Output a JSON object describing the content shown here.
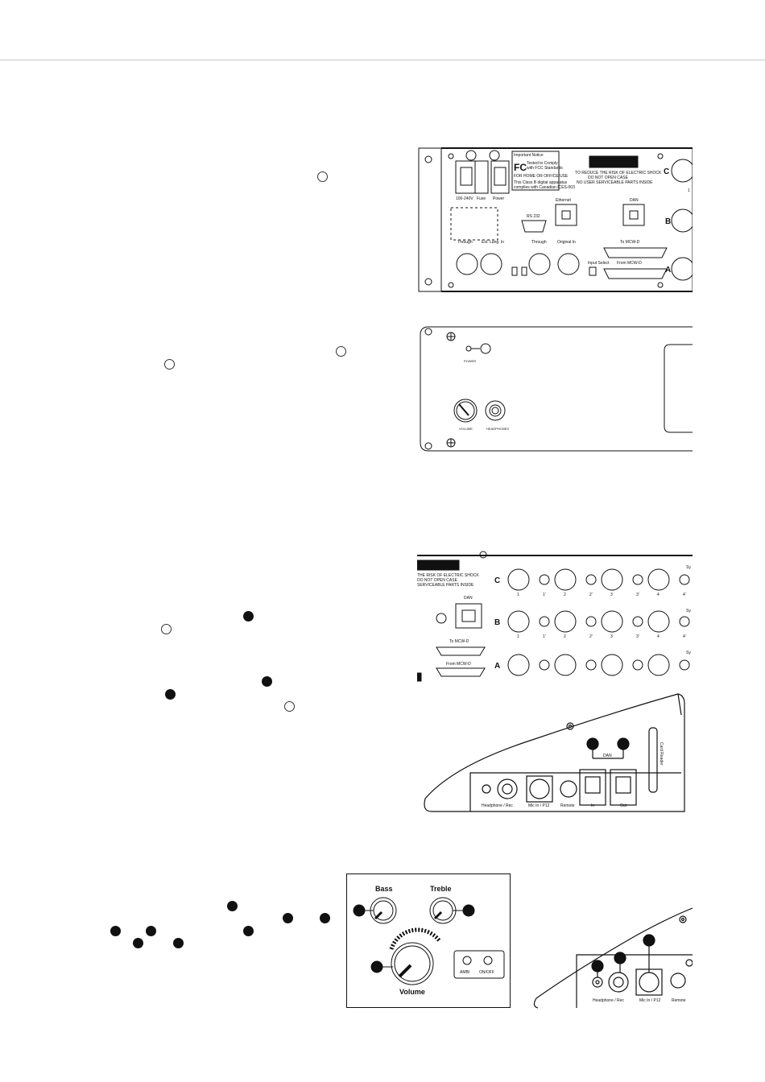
{
  "fig1": {
    "label_important": "Important Notice",
    "fcc_logo": "FC",
    "fcc_text_1": "Tested to Comply",
    "fcc_text_2": "with FCC Standards",
    "fcc_text_3": "FOR HOME OR OFFICE USE",
    "canada_1": "This Class B digital apparatus",
    "canada_2": "complies with Canadian ICES-003",
    "voltage": "100-240V",
    "fuse": "Fuse",
    "power": "Power",
    "warning_1": "TO REDUCE THE RISK OF ELECTRIC SHOCK",
    "warning_2": "DO NOT OPEN CASE",
    "warning_3": "NO USER SERVICEABLE PARTS INSIDE",
    "ethernet": "Ethernet",
    "dan": "DAN",
    "rs232": "RS 232",
    "through_1": "Through",
    "ext_lang_in": "Ext. Lang. In",
    "through_2": "Through",
    "original_in": "Original In",
    "to_mcw": "To MCW-D",
    "from_mcw": "From MCW-D",
    "input_select": "Input Select",
    "row_c": "C",
    "row_b": "B",
    "row_a": "A",
    "ch1": "1"
  },
  "fig2": {
    "power_led": "POWER",
    "volume": "VOLUME",
    "headphones": "HEADPHONES"
  },
  "fig3": {
    "warning_1": "THE RISK OF ELECTRIC SHOCK",
    "warning_2": "DO NOT OPEN CASE",
    "warning_3": "SERVICEABLE PARTS INSIDE",
    "dan": "DAN",
    "to_mcw": "To MCW-D",
    "from_mcw": "From MCW-D",
    "row_c": "C",
    "row_b": "B",
    "row_a": "A",
    "ch_labels": [
      "1",
      "1'",
      "2",
      "2'",
      "3",
      "3'",
      "4",
      "4'"
    ],
    "sys": "Sy"
  },
  "fig4": {
    "dan": "DAN",
    "card_reader": "Card Reader",
    "headphone_rec": "Headphone / Rec",
    "mic_in": "Mic In / P12",
    "remote": "Remote",
    "in": "In",
    "out": "Out"
  },
  "fig5": {
    "bass": "Bass",
    "treble": "Treble",
    "volume": "Volume",
    "btn_1": "AMBI",
    "btn_2": "ON/OFF"
  },
  "fig6": {
    "headphone_rec": "Headphone / Rec",
    "mic_in": "Mic In / P12",
    "remote": "Remote"
  }
}
